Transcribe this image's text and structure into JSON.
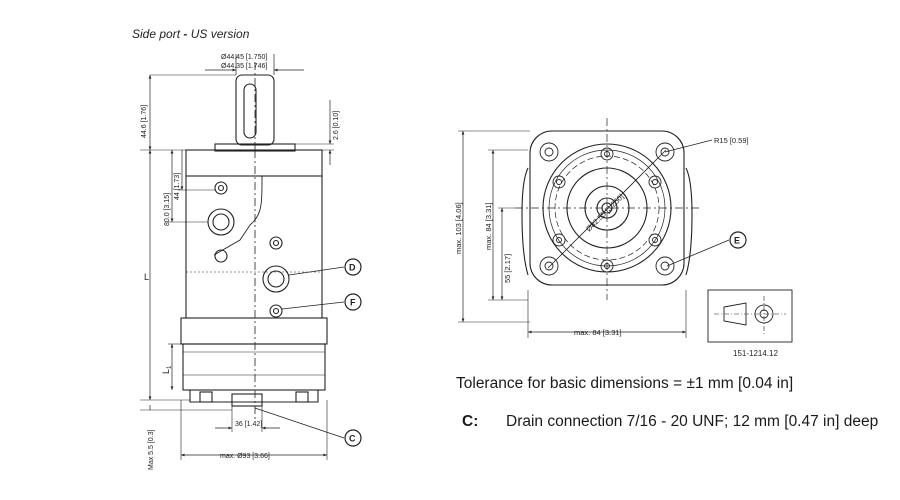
{
  "title": {
    "main": "Side port",
    "sep": " - ",
    "sub": "US version"
  },
  "side_view": {
    "shaft_dia_max": "Ø44.45 [1.750]",
    "shaft_dia_min": "Ø44.35 [1.746]",
    "dim_shaft_len": "44.6 [1.76]",
    "dim_pilot": "2.6 [0.10]",
    "dim_port_a": "80.0 [3.15]",
    "dim_port_b": "44 [1.73]",
    "dim_L": "L",
    "dim_L1": "L",
    "dim_L1_sub": "1",
    "dim_bottom_offset": "Max 5.5 [0.3]",
    "dim_drain_width": "36 [1.42]",
    "dim_body_dia": "max. Ø93 [3.66]",
    "label_D": "D",
    "label_F": "F",
    "label_C": "C"
  },
  "front_view": {
    "radius": "R15 [0.59]",
    "bolt_circle_1": "Ø82.55 [3.250]",
    "dim_height_total": "max. 103 [4.06]",
    "dim_height_flange": "max. 84 [3.31]",
    "dim_height_port": "55 [2.17]",
    "dim_width": "max. 84 [3.31]",
    "label_E": "E",
    "ref_code": "151-1214.12"
  },
  "notes": {
    "tolerance": "Tolerance for basic dimensions = ±1 mm [0.04 in]",
    "c_key": "C:",
    "c_text": "Drain connection 7/16 - 20 UNF; 12 mm [0.47 in] deep"
  }
}
